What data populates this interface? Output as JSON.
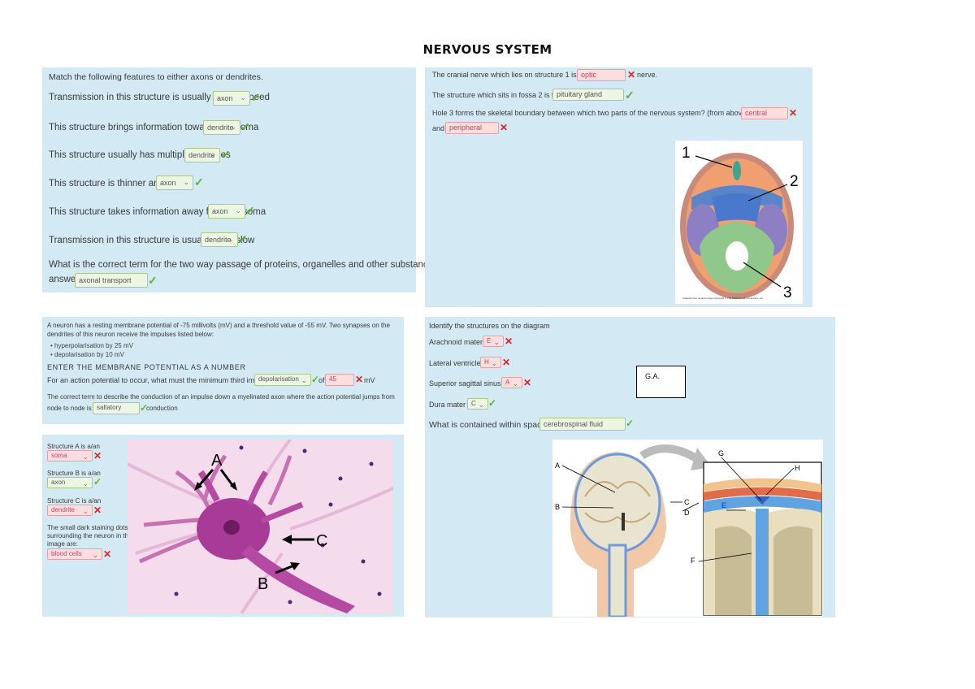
{
  "title": "NERVOUS SYSTEM",
  "panel_axons": {
    "intro": "Match the following features to either axons or dendrites.",
    "items": [
      {
        "q": "Transmission in this structure is usually at high speed",
        "a": "axon"
      },
      {
        "q": "This structure brings information towards the soma",
        "a": "dendrite"
      },
      {
        "q": "This structure usually has multiple branches",
        "a": "dendrite"
      },
      {
        "q": "This structure is thinner and longer",
        "a": "axon"
      },
      {
        "q": "This structure takes information away from the soma",
        "a": "axon"
      },
      {
        "q": "Transmission in this structure is usually fairly slow",
        "a": "dendrite"
      }
    ],
    "q7": "What is the correct term for the two way passage of proteins, organelles and other substances along an axon? (two word",
    "q7b": "answer)",
    "q7_answer": "axonal transport"
  },
  "panel_skull": {
    "q1_pre": "The cranial nerve which lies on structure 1 is the",
    "q1_answer": "optic",
    "q1_post": "nerve.",
    "q2_pre": "The structure which sits in fossa 2 is the",
    "q2_answer": "pituitary gland",
    "q3": "Hole 3 forms the skeletal boundary between which two parts of the nervous system? (from above down)",
    "q3_answer1": "central",
    "q3_and": "and",
    "q3_answer2": "peripheral",
    "labels": [
      "1",
      "2",
      "3"
    ],
    "credit": "Adapted from original image Copyright © The McGraw-Hill Companies, Inc."
  },
  "panel_potential": {
    "intro1": "A neuron has a resting membrane potential of -75 millivolts (mV) and a threshold value of -55 mV. Two synapses on the",
    "intro2": "dendrites of this neuron receive the impulses listed below:",
    "bullets": [
      "hyperpolarisation by 25 mV",
      "depolarisation by 10 mV"
    ],
    "heading": "ENTER THE MEMBRANE POTENTIAL AS A NUMBER",
    "q_pre": "For an action potential to occur, what must the minimum third impulse be?",
    "q_ans1": "depolarisation",
    "q_of": "of",
    "q_ans2": "45",
    "q_unit": "mV",
    "q2_pre": "The correct term to describe the conduction of an impulse down a myelinated axon where the action potential jumps from",
    "q2_line2_pre": "node to node is",
    "q2_ans": "saltatory",
    "q2_post": "conduction"
  },
  "panel_neuron": {
    "items": [
      {
        "q": "Structure A is a/an",
        "a": "soma"
      },
      {
        "q": "Structure B is a/an",
        "a": "axon"
      },
      {
        "q": "Structure C is a/an",
        "a": "dendrite"
      }
    ],
    "q4_lines": [
      "The small dark staining dots",
      "surrounding the neuron in this",
      "image are:"
    ],
    "q4_answer": "blood cells",
    "labels": {
      "a": "A",
      "b": "B",
      "c": "C"
    }
  },
  "panel_meninges": {
    "intro": "Identify the structures on the diagram",
    "items": [
      {
        "q": "Arachnoid mater",
        "a": "E"
      },
      {
        "q": "Lateral ventricle",
        "a": "H"
      },
      {
        "q": "Superior sagittal sinus",
        "a": "A"
      },
      {
        "q": "Dura mater",
        "a": "C"
      }
    ],
    "q5": "What is contained within space E?",
    "q5_answer": "cerebrospinal fluid",
    "ga": "G.A.",
    "labels": [
      "A",
      "B",
      "C",
      "D",
      "E",
      "F",
      "G",
      "H"
    ]
  },
  "colors": {
    "panel": "#d3e9f3",
    "correct": "#5bb52d",
    "incorrect": "#e02020"
  }
}
